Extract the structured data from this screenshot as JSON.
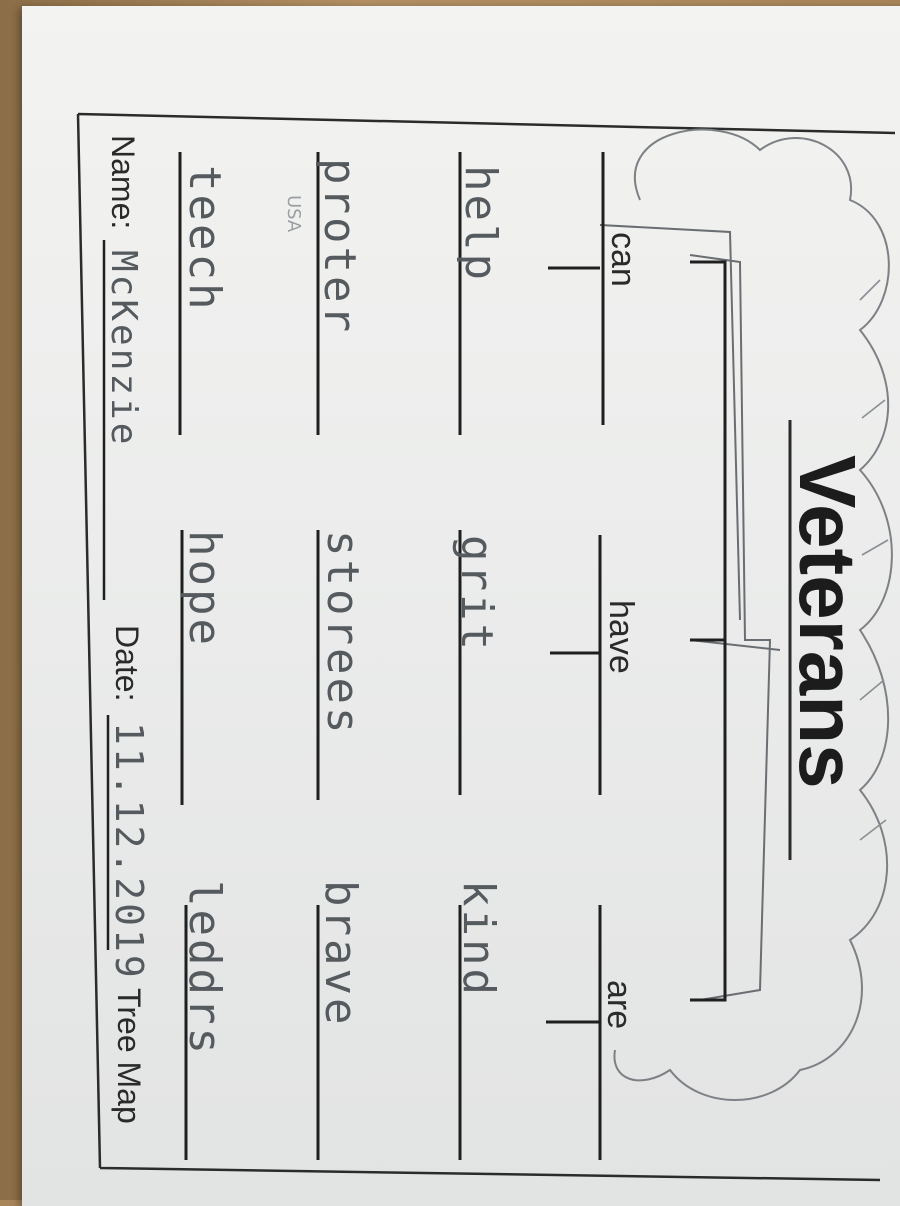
{
  "worksheet": {
    "title": "Veterans",
    "footer_label": "Tree Map",
    "name_label": "Name:",
    "name_value": "McKenzie",
    "date_label": "Date:",
    "date_value": "11.12.2019",
    "branches": [
      {
        "label": "can",
        "words": [
          "help",
          "proter",
          "teech"
        ],
        "note": "USA"
      },
      {
        "label": "have",
        "words": [
          "grit",
          "storees",
          "hope"
        ]
      },
      {
        "label": "are",
        "words": [
          "kind",
          "brave",
          "leddrs"
        ]
      }
    ]
  }
}
